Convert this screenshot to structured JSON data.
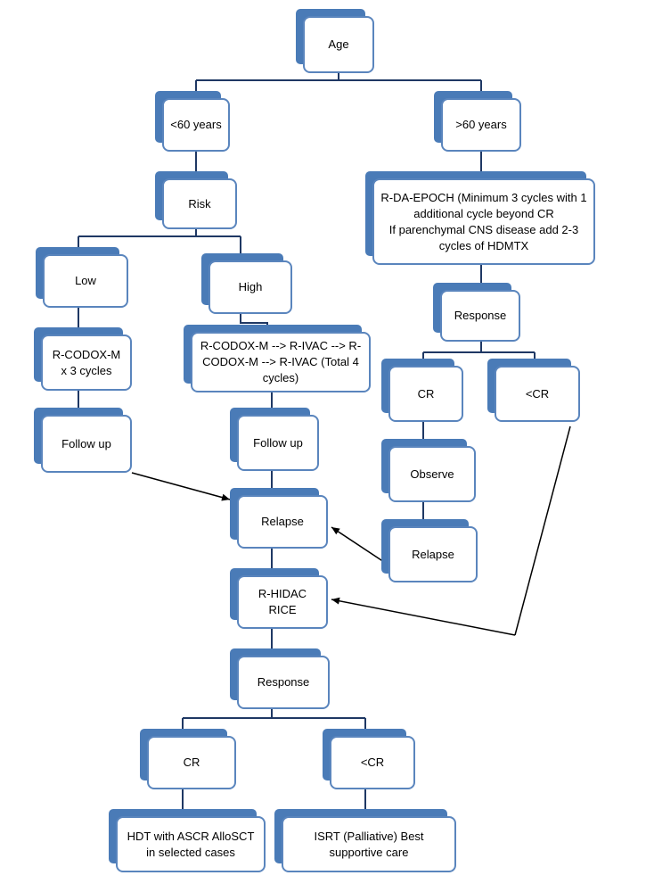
{
  "colors": {
    "box_shadow": "#4a7bb7",
    "box_border": "#5a85bd",
    "connector": "#1f3864",
    "arrow": "#000000"
  },
  "nodes": {
    "age": {
      "lines": [
        "Age"
      ]
    },
    "under60": {
      "lines": [
        "<60 years"
      ]
    },
    "over60": {
      "lines": [
        ">60 years"
      ]
    },
    "risk": {
      "lines": [
        "Risk"
      ]
    },
    "epoch": {
      "lines": [
        "R-DA-EPOCH (Minimum 3 cycles with 1 additional cycle beyond CR",
        "If parenchymal CNS disease add 2-3 cycles of HDMTX"
      ]
    },
    "low": {
      "lines": [
        "Low"
      ]
    },
    "high": {
      "lines": [
        "High"
      ]
    },
    "response_top": {
      "lines": [
        "Response"
      ]
    },
    "codox_low": {
      "lines": [
        "R-CODOX-M x 3 cycles"
      ]
    },
    "codox_high": {
      "lines": [
        "R-CODOX-M --> R-IVAC --> R-CODOX-M --> R-IVAC (Total 4 cycles)"
      ]
    },
    "cr_top": {
      "lines": [
        "CR"
      ]
    },
    "lt_cr_top": {
      "lines": [
        "<CR"
      ]
    },
    "followup_low": {
      "lines": [
        "Follow up"
      ]
    },
    "followup_high": {
      "lines": [
        "Follow up"
      ]
    },
    "observe": {
      "lines": [
        "Observe"
      ]
    },
    "relapse_center": {
      "lines": [
        "Relapse"
      ]
    },
    "relapse_right": {
      "lines": [
        "Relapse"
      ]
    },
    "hidac": {
      "lines": [
        "R-HIDAC",
        "RICE"
      ]
    },
    "response_bottom": {
      "lines": [
        "Response"
      ]
    },
    "cr_bottom": {
      "lines": [
        "CR"
      ]
    },
    "lt_cr_bottom": {
      "lines": [
        "<CR"
      ]
    },
    "hdt": {
      "lines": [
        "HDT with ASCR AlloSCT in selected cases"
      ]
    },
    "isrt": {
      "lines": [
        "ISRT (Palliative) Best supportive care"
      ]
    }
  }
}
